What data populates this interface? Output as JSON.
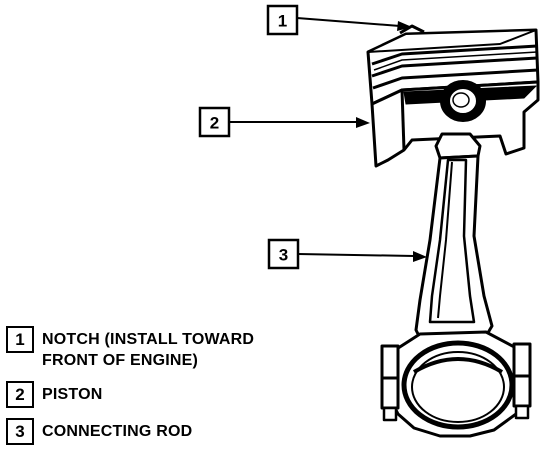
{
  "callouts": [
    {
      "number": "1"
    },
    {
      "number": "2"
    },
    {
      "number": "3"
    }
  ],
  "legend": [
    {
      "number": "1",
      "lines": [
        "NOTCH (INSTALL TOWARD",
        "FRONT OF ENGINE)"
      ]
    },
    {
      "number": "2",
      "lines": [
        "PISTON"
      ]
    },
    {
      "number": "3",
      "lines": [
        "CONNECTING ROD"
      ]
    }
  ],
  "colors": {
    "ink": "#000000",
    "paper": "#ffffff"
  }
}
